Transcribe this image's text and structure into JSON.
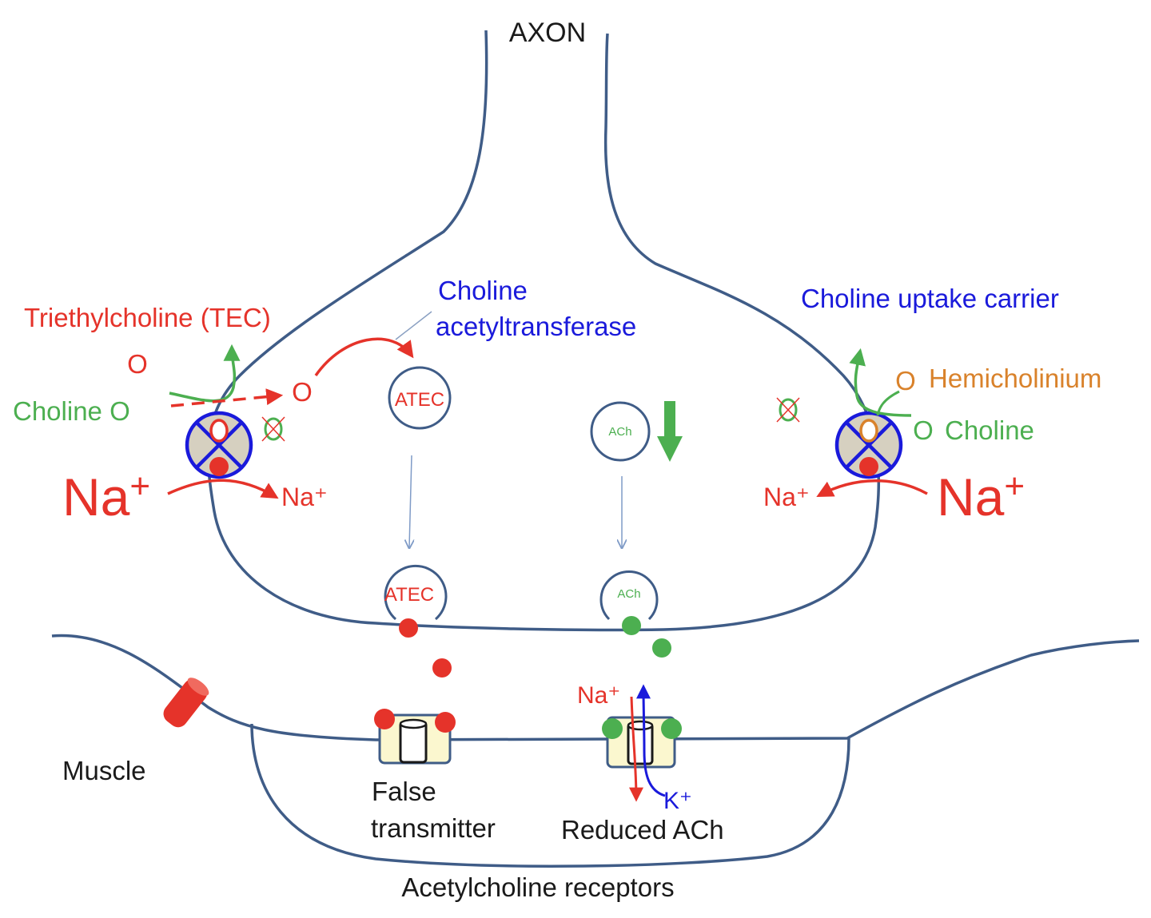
{
  "labels": {
    "axon": "AXON",
    "tec": "Triethylcholine (TEC)",
    "choline_left": "Choline O",
    "choline_acetyltransferase_1": "Choline",
    "choline_acetyltransferase_2": "acetyltransferase",
    "choline_uptake_carrier": "Choline uptake carrier",
    "hemicholinium": "Hemicholinium",
    "choline_right": "Choline",
    "na_big": "Na",
    "plus": "+",
    "na_small": "Na⁺",
    "atec": "ATEC",
    "ach": "ACh",
    "na_channel": "Na⁺",
    "k_channel": "K⁺",
    "muscle": "Muscle",
    "false_1": "False",
    "false_2": "transmitter",
    "reduced_ach": "Reduced ACh",
    "receptors": "Acetylcholine receptors",
    "o": "O"
  },
  "colors": {
    "membrane": "#3f5c87",
    "red": "#e5332a",
    "green": "#4caf50",
    "blue": "#1a1adb",
    "orange": "#d9822b",
    "black": "#1a1a1a",
    "carrier_fill": "#d6d0c0",
    "receptor_fill": "#fbf7cf"
  }
}
